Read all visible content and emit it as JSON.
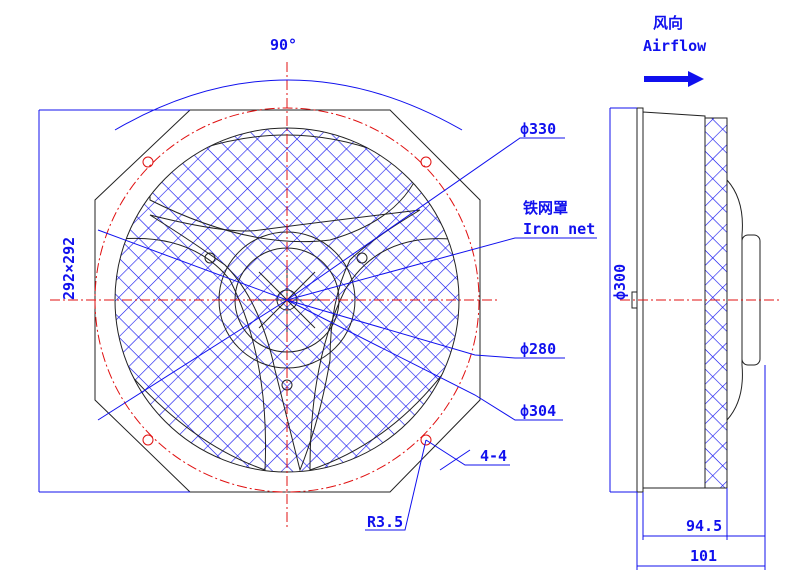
{
  "labels": {
    "angle": "90°",
    "airflow_cn": "风向",
    "airflow_en": "Airflow",
    "dia_330": "ф330",
    "iron_net_cn": "铁网罩",
    "iron_net_en": "Iron net",
    "dia_280": "ф280",
    "dia_304": "ф304",
    "holes": "4-4",
    "radius": "R3.5",
    "size": "292×292",
    "dia_300": "ф300",
    "depth_1": "94.5",
    "depth_2": "101"
  },
  "colors": {
    "dimension": "#1010ee",
    "centerline": "#e01010",
    "outline": "#222222"
  }
}
